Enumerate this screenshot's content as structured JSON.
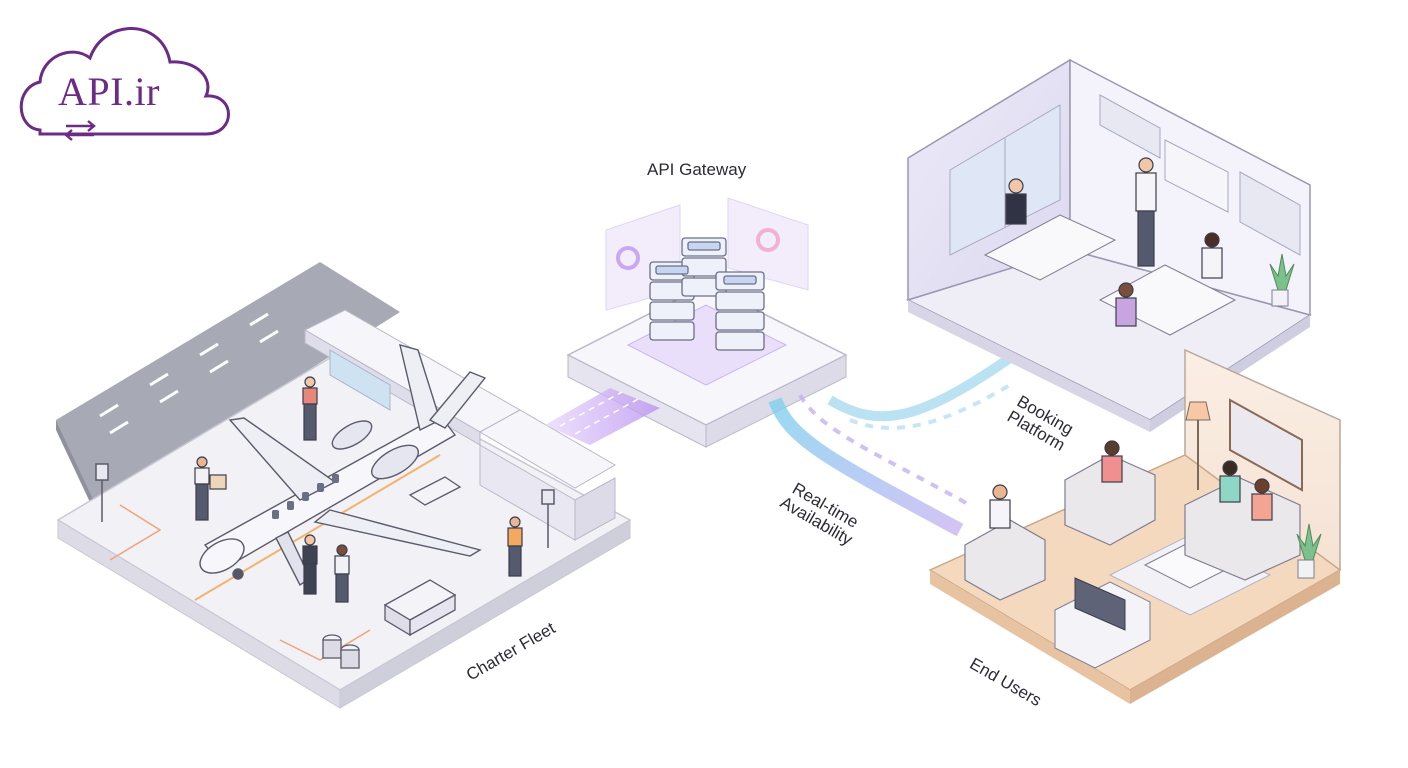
{
  "logo": {
    "text": "API.ir",
    "icon": "arrows-exchange-icon",
    "color": "#6b2b86"
  },
  "nodes": {
    "gateway": {
      "label": "API Gateway"
    },
    "charter": {
      "label": "Charter Fleet"
    },
    "booking": {
      "line1": "Booking",
      "line2": "Platform"
    },
    "end_users": {
      "label": "End Users"
    }
  },
  "flows": {
    "realtime": {
      "line1": "Real-time",
      "line2": "Availability"
    }
  },
  "colors": {
    "flow_purple": "#c9a8f2",
    "flow_blue": "#9fd3ee",
    "brand": "#6b2b86"
  }
}
